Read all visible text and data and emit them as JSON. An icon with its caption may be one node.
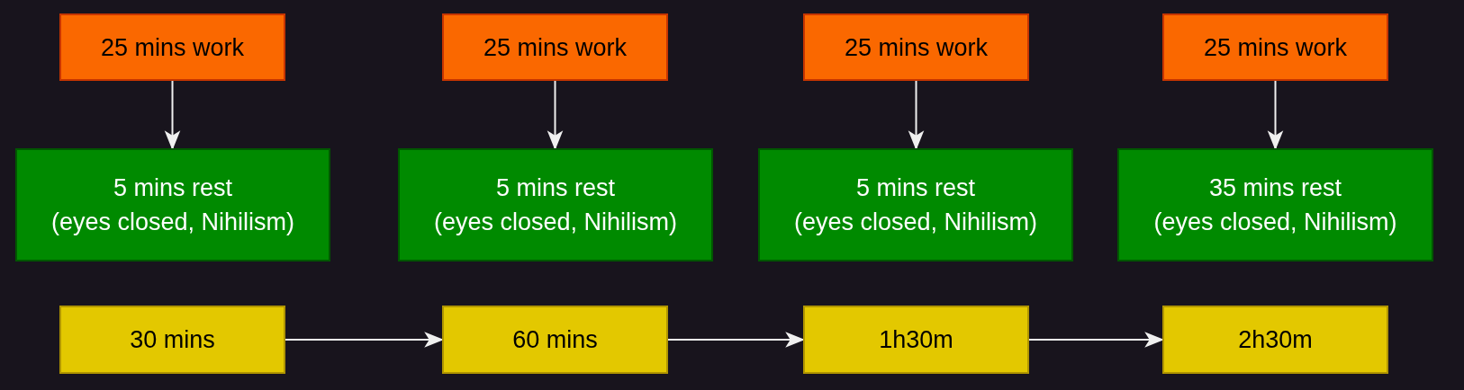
{
  "diagram": {
    "nodes": [
      {
        "text": [
          "25 mins work"
        ]
      },
      {
        "text": [
          "25 mins work"
        ]
      },
      {
        "text": [
          "25 mins work"
        ]
      },
      {
        "text": [
          "25 mins work"
        ]
      },
      {
        "text": [
          "5 mins rest",
          "(eyes closed, Nihilism)"
        ]
      },
      {
        "text": [
          "5 mins rest",
          "(eyes closed, Nihilism)"
        ]
      },
      {
        "text": [
          "5 mins rest",
          "(eyes closed, Nihilism)"
        ]
      },
      {
        "text": [
          "35 mins rest",
          "(eyes closed, Nihilism)"
        ]
      },
      {
        "text": [
          "30 mins"
        ]
      },
      {
        "text": [
          "60 mins"
        ]
      },
      {
        "text": [
          "1h30m"
        ]
      },
      {
        "text": [
          "2h30m"
        ]
      }
    ],
    "edges": [
      {
        "from": 0,
        "to": 4,
        "arrow": "to"
      },
      {
        "from": 1,
        "to": 5,
        "arrow": "to"
      },
      {
        "from": 2,
        "to": 6,
        "arrow": "to"
      },
      {
        "from": 3,
        "to": 7,
        "arrow": "to"
      },
      {
        "from": 8,
        "to": 9,
        "arrow": "to"
      },
      {
        "from": 9,
        "to": 10,
        "arrow": "to"
      },
      {
        "from": 10,
        "to": 11,
        "arrow": "to"
      }
    ]
  }
}
